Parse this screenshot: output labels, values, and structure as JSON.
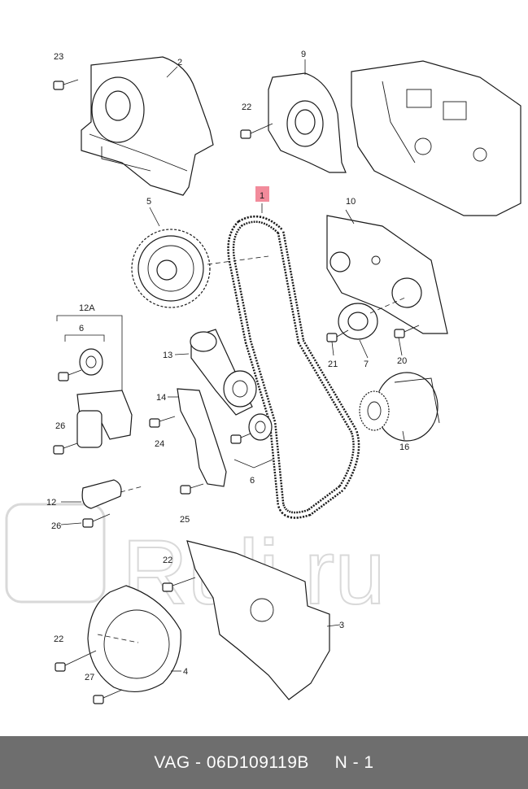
{
  "callouts": {
    "p1": "1",
    "p2": "2",
    "p3": "3",
    "p4": "4",
    "p5": "5",
    "p6a": "6",
    "p6b": "6",
    "p7": "7",
    "p9": "9",
    "p10": "10",
    "p12": "12",
    "p12a": "12A",
    "p13": "13",
    "p14": "14",
    "p16": "16",
    "p20": "20",
    "p21": "21",
    "p22a": "22",
    "p22b": "22",
    "p22c": "22",
    "p23": "23",
    "p24": "24",
    "p25": "25",
    "p26a": "26",
    "p26b": "26",
    "p27": "27"
  },
  "watermark": "Ruli.ru",
  "footer": {
    "part_number": "VAG - 06D109119B",
    "page_ref": "N - 1"
  },
  "colors": {
    "highlight": "#f28b9b",
    "footer_bg": "#6e6e6e",
    "watermark": "#d9d9d9"
  }
}
